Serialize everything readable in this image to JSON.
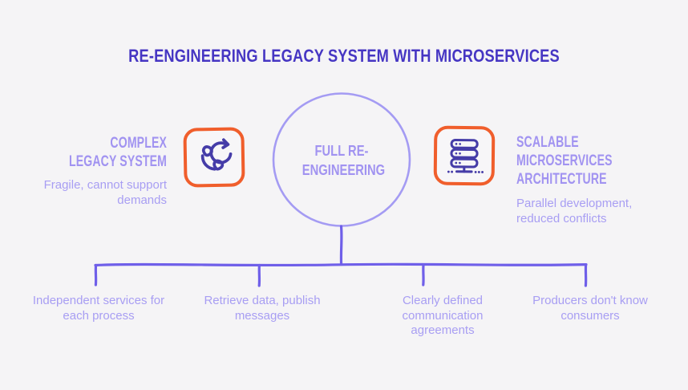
{
  "title": "RE-ENGINEERING LEGACY SYSTEM WITH MICROSERVICES",
  "center_node": {
    "label": "FULL RE-ENGINEERING"
  },
  "left_item": {
    "heading": "COMPLEX LEGACY SYSTEM",
    "description": "Fragile, cannot support demands",
    "icon": "phone-sync-icon"
  },
  "right_item": {
    "heading": "SCALABLE MICROSERVICES ARCHITECTURE",
    "description": "Parallel development, reduced conflicts",
    "icon": "server-stack-icon"
  },
  "branches": [
    {
      "label": "Independent services for each process"
    },
    {
      "label": "Retrieve data, publish messages"
    },
    {
      "label": "Clearly defined communication agreements"
    },
    {
      "label": "Producers don't know consumers"
    }
  ],
  "colors": {
    "background": "#f5f4f6",
    "title": "#4636c3",
    "heading": "#a193f1",
    "body_text": "#a89ef3",
    "connector": "#6f5fe9",
    "circle_stroke": "#a49bf3",
    "icon_stroke": "#453ca8",
    "box_border": "#f05e2c"
  }
}
